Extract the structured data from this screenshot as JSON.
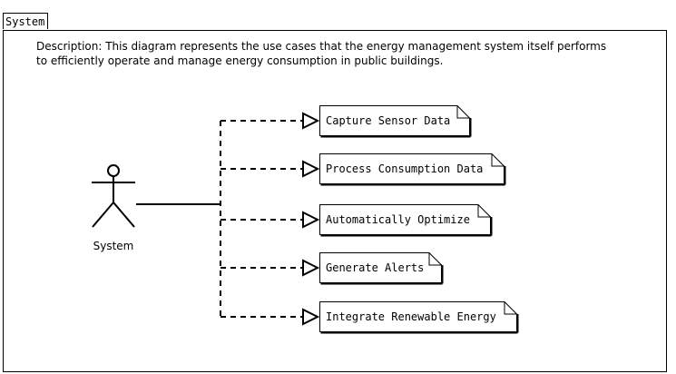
{
  "frame": {
    "title": "System"
  },
  "description": {
    "line1": "Description: This diagram represents the use cases that the energy management system itself performs",
    "line2": "to efficiently operate and manage energy consumption in public buildings."
  },
  "actor": {
    "name": "System"
  },
  "use_cases": [
    "Capture Sensor Data",
    "Process Consumption Data",
    "Automatically Optimize",
    "Generate Alerts",
    "Integrate Renewable Energy"
  ]
}
